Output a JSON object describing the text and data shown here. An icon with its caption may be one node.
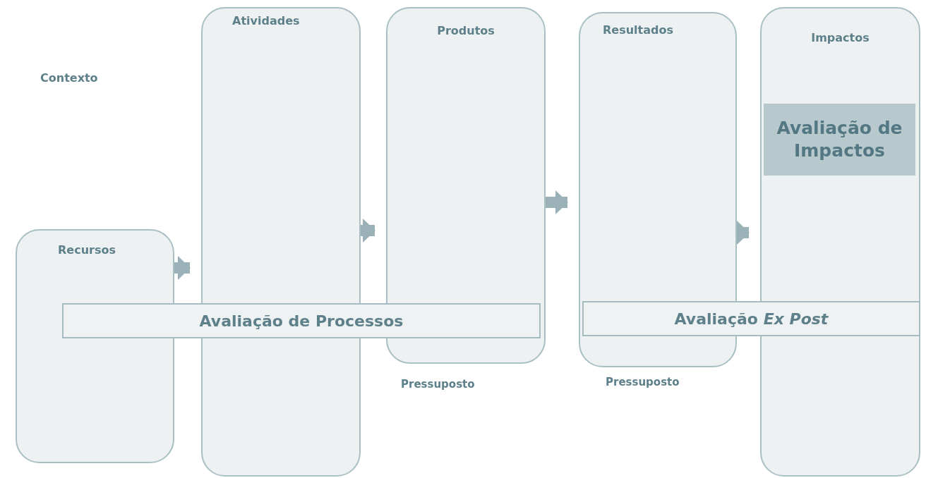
{
  "diagram": {
    "nodes": [
      {
        "text": [
          "Recursos"
        ]
      },
      {
        "text": [
          "Atividades"
        ]
      },
      {
        "text": [
          "Produtos"
        ],
        "beside": [
          "Pressuposto"
        ]
      },
      {
        "text": [
          "Resultados"
        ],
        "beside": [
          "Pressuposto"
        ]
      },
      {
        "text": [
          "Impactos"
        ]
      },
      {
        "text": [
          "Avaliação de Impactos"
        ],
        "in": 4
      },
      {
        "text": [
          "Avaliação de Processos"
        ]
      },
      {
        "text": [
          "Avaliação *Ex Post*"
        ]
      }
    ],
    "edges": [
      {
        "from": 0,
        "to": 1,
        "arrow": "to"
      },
      {
        "from": 1,
        "to": 2,
        "arrow": "to"
      },
      {
        "from": 2,
        "to": 3,
        "arrow": "to"
      },
      {
        "from": 3,
        "to": 4,
        "arrow": "to"
      }
    ],
    "labels": [
      "Contexto"
    ]
  }
}
